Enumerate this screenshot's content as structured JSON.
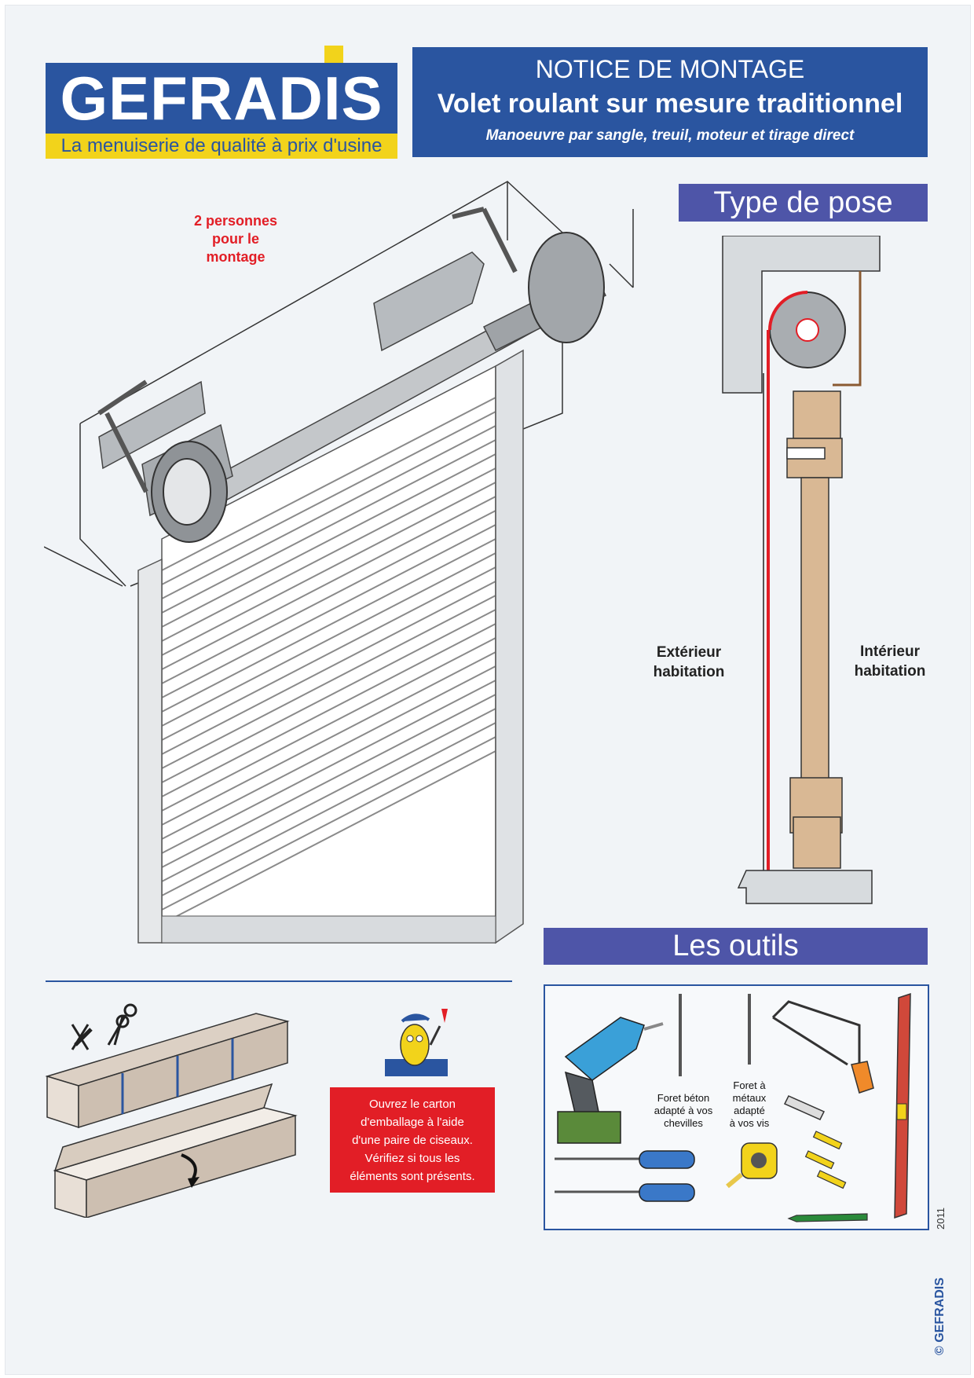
{
  "logo": {
    "name": "GEFRADIS",
    "tagline": "La menuiserie de qualité à prix d'usine"
  },
  "header": {
    "kicker": "NOTICE DE MONTAGE",
    "title": "Volet roulant sur mesure traditionnel",
    "subtitle": "Manoeuvre par sangle, treuil, moteur et tirage direct"
  },
  "main_illustration": {
    "note_lines": [
      "2 personnes",
      "pour le",
      "montage"
    ]
  },
  "pose": {
    "heading": "Type de pose",
    "exterior_lines": [
      "Extérieur",
      "habitation"
    ],
    "interior_lines": [
      "Intérieur",
      "habitation"
    ]
  },
  "unpack": {
    "instruction_lines": [
      "Ouvrez le carton",
      "d'emballage à l'aide",
      "d'une paire de ciseaux.",
      "Vérifiez si tous les",
      "éléments sont présents."
    ]
  },
  "outils": {
    "heading": "Les outils",
    "drill_bit_concrete_lines": [
      "Foret béton",
      "adapté à vos",
      "chevilles"
    ],
    "drill_bit_metal_lines": [
      "Foret à",
      "métaux",
      "adapté",
      "à vos vis"
    ]
  },
  "footer": {
    "year": "2011",
    "brand": "© GEFRADIS"
  },
  "colors": {
    "brand_blue": "#2a55a0",
    "brand_yellow": "#f2d31b",
    "section_purple": "#4e55a8",
    "alert_red": "#e21e26",
    "wood": "#d9b894"
  },
  "icons": [
    "scissors-icon",
    "no-cutter-icon",
    "mascot-icon",
    "drill-icon",
    "hacksaw-icon",
    "spirit-level-icon",
    "tape-measure-icon",
    "screwdriver-icon",
    "pencil-icon",
    "cutter-icon",
    "wall-plug-icon"
  ]
}
